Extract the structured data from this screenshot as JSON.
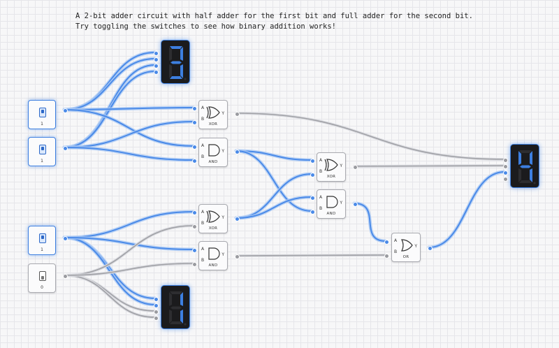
{
  "instructions": {
    "line1": "A 2-bit adder circuit with half adder for the first bit and full adder for the second bit.",
    "line2": "Try toggling the switches to see how binary addition works!"
  },
  "colors": {
    "wire_active": "#4a8ae8",
    "wire_active_glow": "#a9c8f4",
    "wire_inactive": "#a0a1a6",
    "segment_on": "#3d7fe0",
    "segment_off": "#2d2d30"
  },
  "switches": [
    {
      "id": "a0",
      "value": "1",
      "state": "on"
    },
    {
      "id": "b0",
      "value": "1",
      "state": "on"
    },
    {
      "id": "a1",
      "value": "1",
      "state": "on"
    },
    {
      "id": "b1",
      "value": "0",
      "state": "off"
    }
  ],
  "gates": [
    {
      "id": "xor1",
      "type": "xor",
      "label": "XOR",
      "pin_a": "A",
      "pin_b": "B",
      "pin_y": "Y"
    },
    {
      "id": "and1",
      "type": "and",
      "label": "AND",
      "pin_a": "A",
      "pin_b": "B",
      "pin_y": "Y"
    },
    {
      "id": "xor2",
      "type": "xor",
      "label": "XOR",
      "pin_a": "A",
      "pin_b": "B",
      "pin_y": "Y"
    },
    {
      "id": "and2",
      "type": "and",
      "label": "AND",
      "pin_a": "A",
      "pin_b": "B",
      "pin_y": "Y"
    },
    {
      "id": "xor3",
      "type": "xor",
      "label": "XOR",
      "pin_a": "A",
      "pin_b": "B",
      "pin_y": "Y"
    },
    {
      "id": "and3",
      "type": "and",
      "label": "AND",
      "pin_a": "A",
      "pin_b": "B",
      "pin_y": "Y"
    },
    {
      "id": "or1",
      "type": "or",
      "label": "OR",
      "pin_a": "A",
      "pin_b": "B",
      "pin_y": "Y"
    }
  ],
  "displays": [
    {
      "id": "display-top",
      "digit": "3"
    },
    {
      "id": "display-bottom",
      "digit": "1"
    },
    {
      "id": "display-result",
      "digit": "4"
    }
  ]
}
